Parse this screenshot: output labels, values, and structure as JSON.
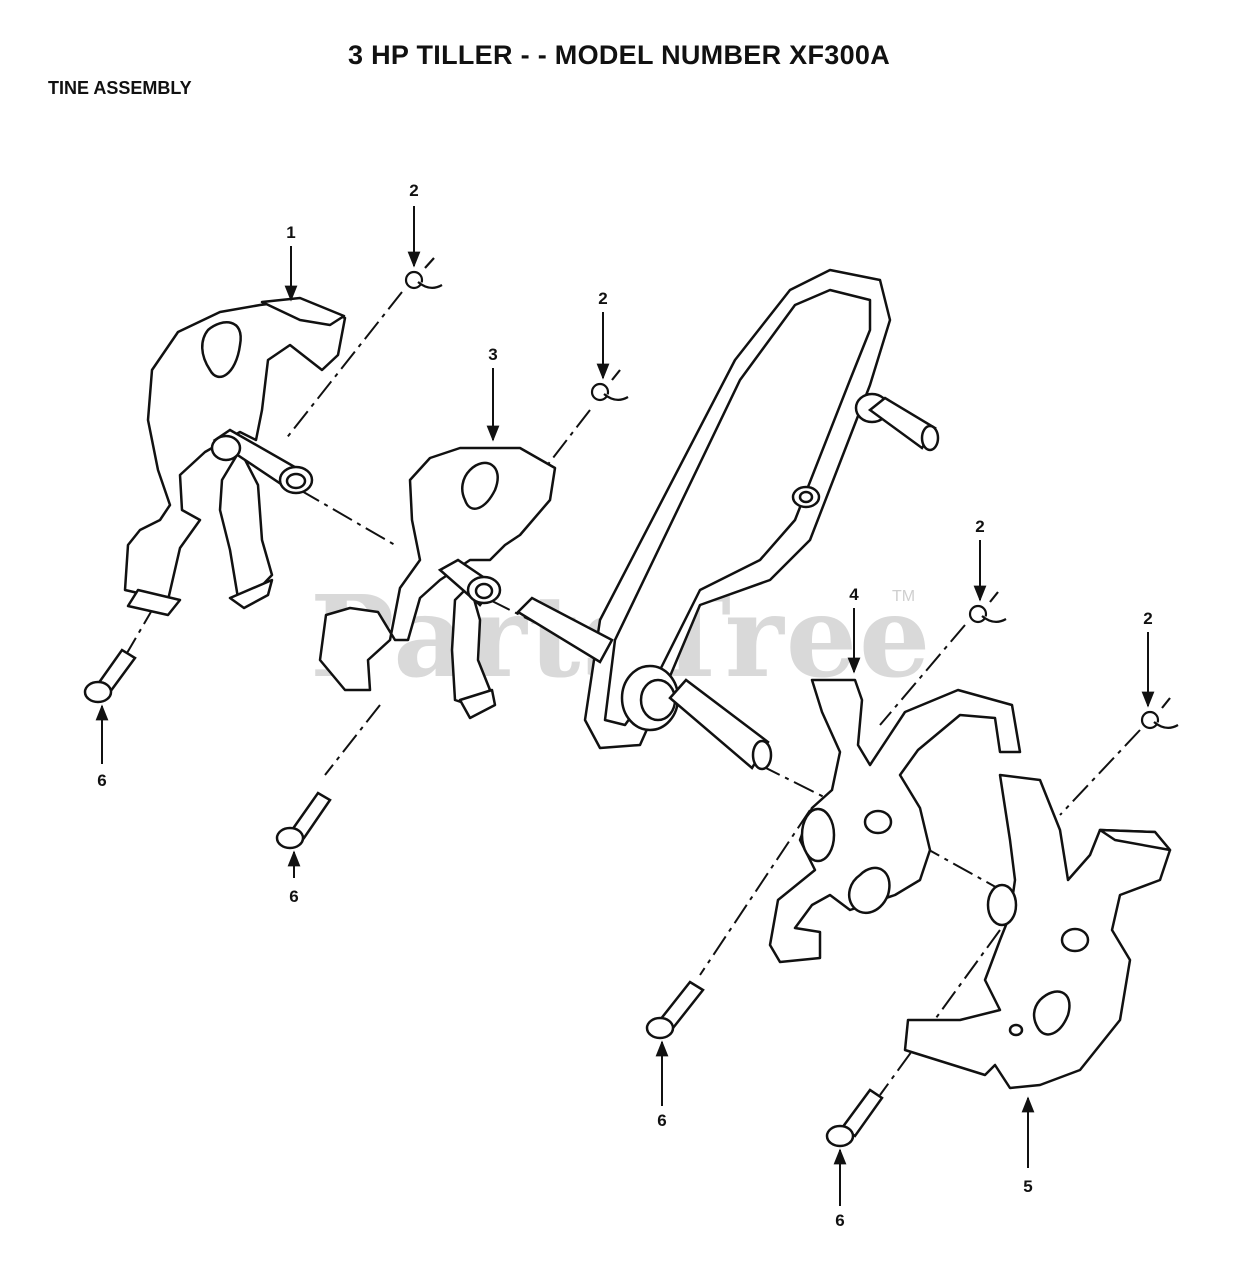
{
  "header": {
    "title": "3 HP TILLER - - MODEL NUMBER XF300A",
    "section": "TINE ASSEMBLY"
  },
  "watermark": {
    "text": "PartsTree",
    "trademark": "TM"
  },
  "callouts": [
    "1",
    "2",
    "2",
    "3",
    "2",
    "4",
    "2",
    "5",
    "6",
    "6",
    "6",
    "6"
  ]
}
